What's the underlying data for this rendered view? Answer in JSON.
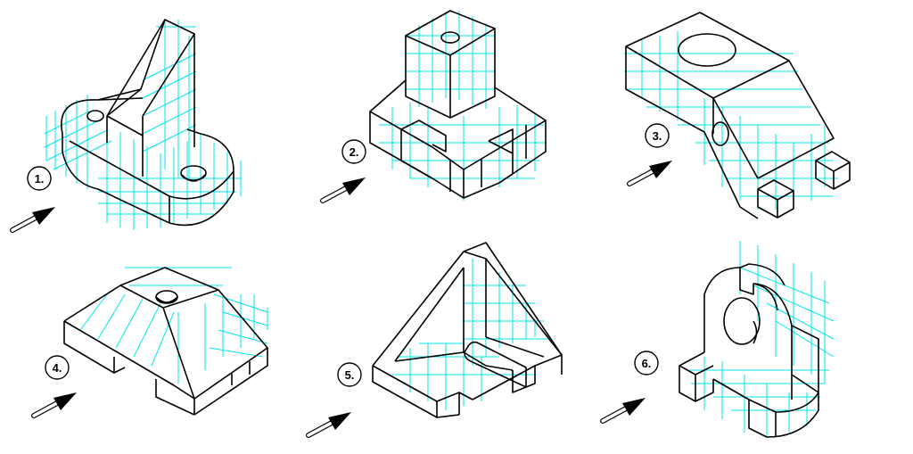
{
  "figures": [
    {
      "label": "1."
    },
    {
      "label": "2."
    },
    {
      "label": "3."
    },
    {
      "label": "4."
    },
    {
      "label": "5."
    },
    {
      "label": "6."
    }
  ],
  "colors": {
    "outline": "#000000",
    "grid": "#00e5ee",
    "background": "#ffffff",
    "arrow_tip": "#000000"
  },
  "icons": {
    "view_arrow": "view-direction-arrow-icon"
  }
}
